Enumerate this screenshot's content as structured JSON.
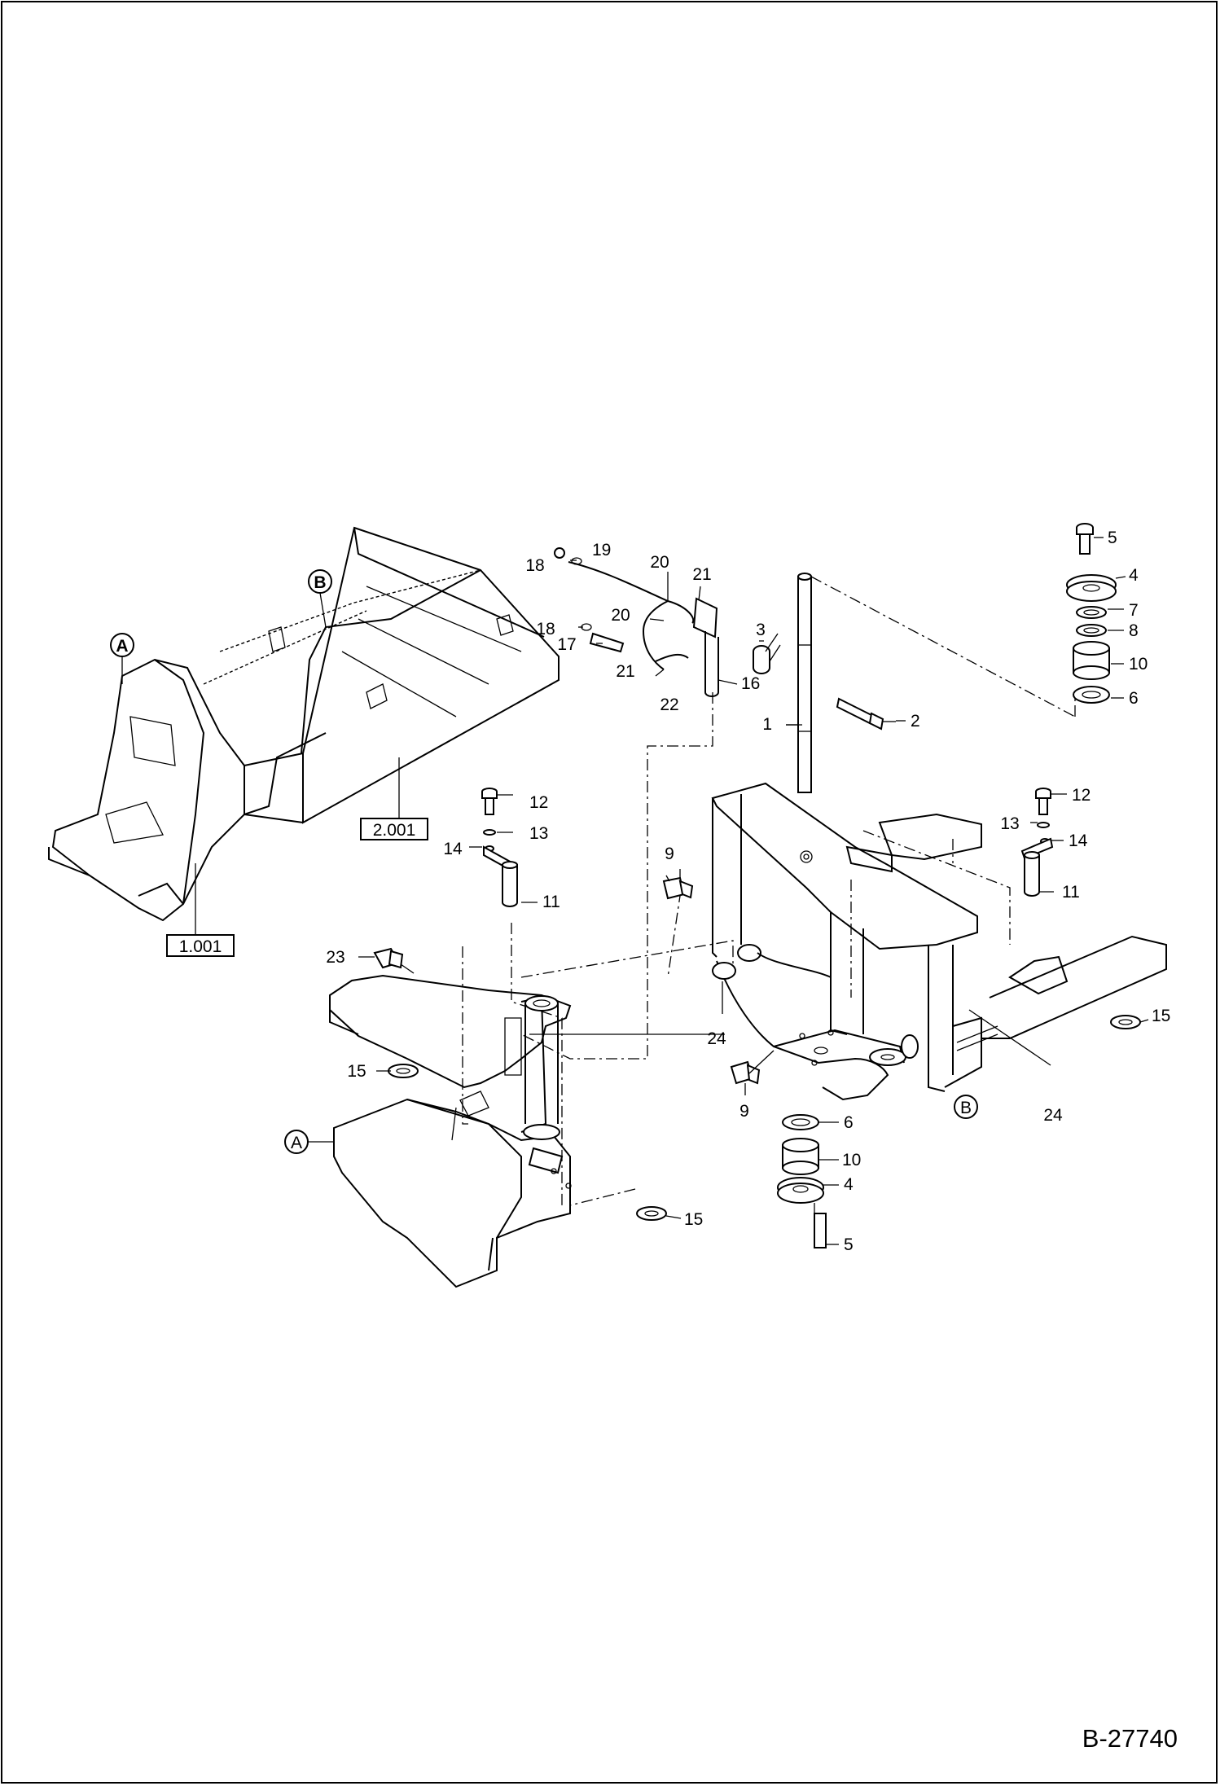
{
  "document_id": "B-27740",
  "callouts": [
    {
      "id": "c1",
      "text": "1"
    },
    {
      "id": "c2",
      "text": "2"
    },
    {
      "id": "c3",
      "text": "3"
    },
    {
      "id": "c4a",
      "text": "4"
    },
    {
      "id": "c4b",
      "text": "4"
    },
    {
      "id": "c5a",
      "text": "5"
    },
    {
      "id": "c5b",
      "text": "5"
    },
    {
      "id": "c6a",
      "text": "6"
    },
    {
      "id": "c6b",
      "text": "6"
    },
    {
      "id": "c7",
      "text": "7"
    },
    {
      "id": "c8",
      "text": "8"
    },
    {
      "id": "c9a",
      "text": "9"
    },
    {
      "id": "c9b",
      "text": "9"
    },
    {
      "id": "c10a",
      "text": "10"
    },
    {
      "id": "c10b",
      "text": "10"
    },
    {
      "id": "c11a",
      "text": "11"
    },
    {
      "id": "c11b",
      "text": "11"
    },
    {
      "id": "c12a",
      "text": "12"
    },
    {
      "id": "c12b",
      "text": "12"
    },
    {
      "id": "c13a",
      "text": "13"
    },
    {
      "id": "c13b",
      "text": "13"
    },
    {
      "id": "c14a",
      "text": "14"
    },
    {
      "id": "c14b",
      "text": "14"
    },
    {
      "id": "c15a",
      "text": "15"
    },
    {
      "id": "c15b",
      "text": "15"
    },
    {
      "id": "c15c",
      "text": "15"
    },
    {
      "id": "c16",
      "text": "16"
    },
    {
      "id": "c17",
      "text": "17"
    },
    {
      "id": "c18a",
      "text": "18"
    },
    {
      "id": "c18b",
      "text": "18"
    },
    {
      "id": "c19",
      "text": "19"
    },
    {
      "id": "c20a",
      "text": "20"
    },
    {
      "id": "c20b",
      "text": "20"
    },
    {
      "id": "c21a",
      "text": "21"
    },
    {
      "id": "c21b",
      "text": "21"
    },
    {
      "id": "c22",
      "text": "22"
    },
    {
      "id": "c23",
      "text": "23"
    },
    {
      "id": "c24a",
      "text": "24"
    },
    {
      "id": "c24b",
      "text": "24"
    }
  ],
  "reference_boxes": [
    {
      "id": "ref1",
      "text": "1.001"
    },
    {
      "id": "ref2",
      "text": "2.001"
    }
  ],
  "view_markers": [
    {
      "id": "markA1",
      "text": "A"
    },
    {
      "id": "markB1",
      "text": "B"
    },
    {
      "id": "markA2",
      "text": "A"
    },
    {
      "id": "markB2",
      "text": "B"
    }
  ]
}
